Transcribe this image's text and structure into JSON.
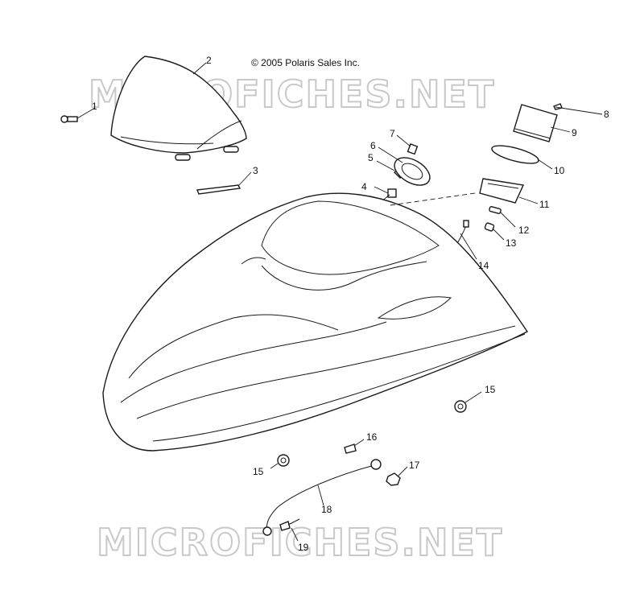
{
  "copyright": "© 2005 Polaris Sales Inc.",
  "watermark": "MICROFICHES.NET",
  "callouts": {
    "c1": "1",
    "c2": "2",
    "c3": "3",
    "c4": "4",
    "c5": "5",
    "c6": "6",
    "c7": "7",
    "c8": "8",
    "c9": "9",
    "c10": "10",
    "c11": "11",
    "c12": "12",
    "c13": "13",
    "c14": "14",
    "c15a": "15",
    "c15b": "15",
    "c16": "16",
    "c17": "17",
    "c18": "18",
    "c19": "19"
  }
}
